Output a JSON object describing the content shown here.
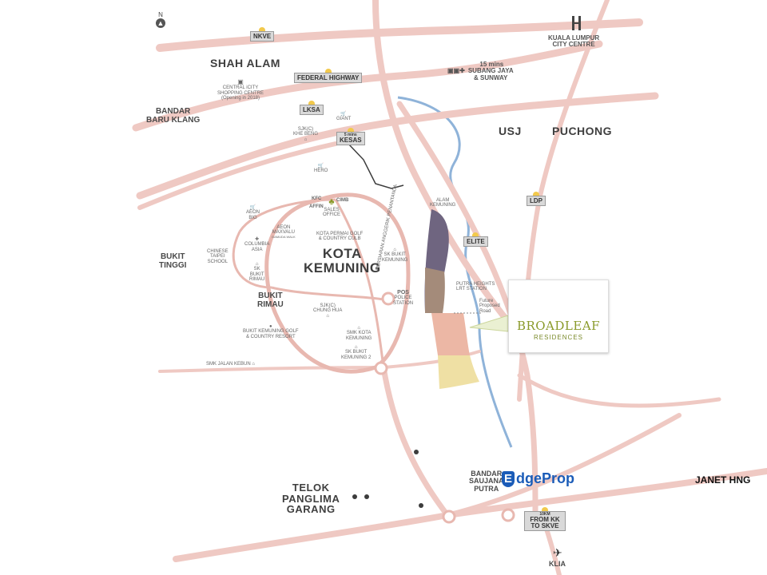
{
  "map": {
    "north": "N",
    "highways": {
      "nkve": "NKVE",
      "federal": "FEDERAL HIGHWAY",
      "lksa": "LKSA",
      "kesas": "KESAS",
      "kesas_note": "5 mins",
      "ldp": "LDP",
      "elite": "ELITE",
      "skve": "FROM KK TO SKVE",
      "skve_note": "10KM"
    },
    "areas": {
      "shah_alam": "SHAH ALAM",
      "klcc_line1": "KUALA LUMPUR",
      "klcc_line2": "CITY CENTRE",
      "subang_time": "15 mins",
      "subang_line1": "SUBANG JAYA",
      "subang_line2": "& SUNWAY",
      "usj": "USJ",
      "puchong": "PUCHONG",
      "bandar_baru_klang_1": "BANDAR",
      "bandar_baru_klang_2": "BARU KLANG",
      "bukit_tinggi_1": "BUKIT",
      "bukit_tinggi_2": "TINGGI",
      "bukit_rimau_1": "BUKIT",
      "bukit_rimau_2": "RIMAU",
      "kota_1": "KOTA",
      "kota_2": "KEMUNING",
      "telok_1": "TELOK",
      "telok_2": "PANGLIMA",
      "telok_3": "GARANG",
      "bandar_saujana_1": "BANDAR",
      "bandar_saujana_2": "SAUJANA",
      "bandar_saujana_3": "PUTRA",
      "klia": "KLIA"
    },
    "places": {
      "central_i_city_1": "CENTRAL iCITY",
      "central_i_city_2": "SHOPPING CENTRE",
      "central_i_city_3": "(Opening in 2018)",
      "giant": "GIANT",
      "sjkc_khe_beng_1": "SJK(C)",
      "sjkc_khe_beng_2": "KHE BENG",
      "hero": "HERO",
      "aeon_big_1": "AEON",
      "aeon_big_2": "BIG",
      "columbia_1": "COLUMBIA",
      "columbia_2": "ASIA",
      "chinese_school_1": "CHINESE",
      "chinese_school_2": "TAIPEI",
      "chinese_school_3": "SCHOOL",
      "sk_bukit_rimau_1": "SK",
      "sk_bukit_rimau_2": "BUKIT",
      "sk_bukit_rimau_3": "RIMAU",
      "aeon_maxvalu_1": "AEON",
      "aeon_maxvalu_2": "MAXVALU",
      "aeon_maxvalu_3": "GAMUDA WALK",
      "kota_permai_1": "KOTA PERMAI GOLF",
      "kota_permai_2": "& COUNTRY CULB",
      "sales_office_1": "SALES",
      "sales_office_2": "OFFICE",
      "cimb": "CIMB",
      "kfc": "KFC",
      "affin": "AFFIN",
      "sk_bukit_kemuning_1": "SK BUKIT",
      "sk_bukit_kemuning_2": "KEMUNING",
      "alam_kemuning_1": "ALAM",
      "alam_kemuning_2": "KEMUNING",
      "persiaran_1": "PERSIARAN",
      "persiaran_2": "ANGGERIK",
      "persiaran_3": "PENANTANDA",
      "police_1": "POLICE",
      "police_2": "STATION",
      "pos": "POS",
      "sjkc_chung_hua_1": "SJK(C)",
      "sjkc_chung_hua_2": "CHUNG HUA",
      "smk_kota_1": "SMK KOTA",
      "smk_kota_2": "KEMUNING",
      "sk_bk2_1": "SK BUKIT",
      "sk_bk2_2": "KEMUNING 2",
      "bukit_kemuning_golf_1": "BUKIT KEMUNING GOLF",
      "bukit_kemuning_golf_2": "& COUNTRY RESORT",
      "smk_jalan_kebun": "SMK JALAN KEBUN",
      "putra_heights_1": "PUTRA HEIGHTS",
      "putra_heights_2": "LRT STATION",
      "future_road_1": "Future",
      "future_road_2": "Proposed",
      "future_road_3": "Road"
    },
    "development": {
      "name": "BROADLEAF",
      "subtitle": "RESIDENCES"
    },
    "colors": {
      "road": "#efc9c3",
      "road_outline": "#e2a89f",
      "river": "#8fb3d9",
      "plot_purple": "#6f6580",
      "plot_brown": "#a48b7a",
      "plot_pink": "#ecb7a5",
      "plot_yellow": "#efe0a4",
      "brand_green": "#8a9a2a",
      "edgeprop_blue": "#1b5cb8"
    }
  },
  "watermark": {
    "brand_badge": "E",
    "brand_text": "dgeProp",
    "agent": "JANET HNG"
  }
}
